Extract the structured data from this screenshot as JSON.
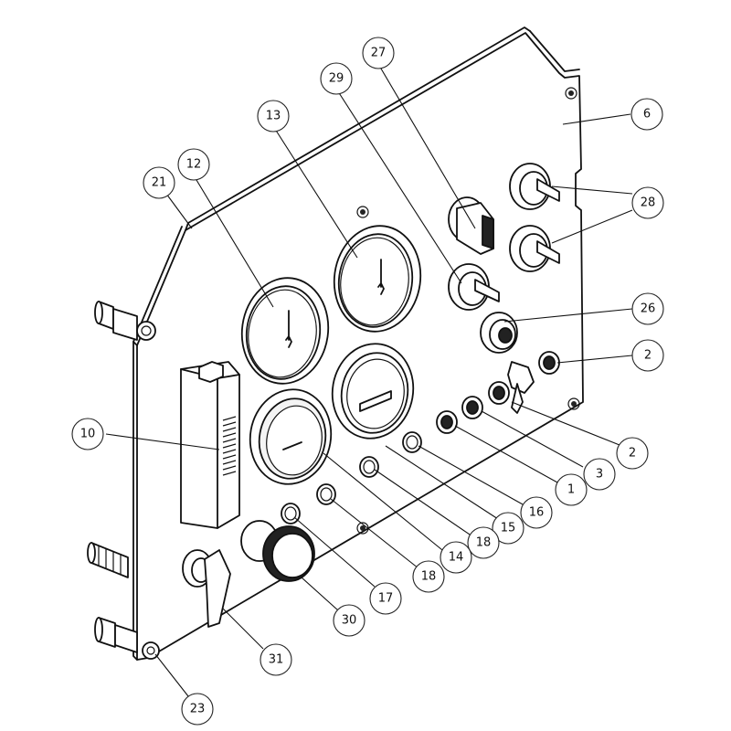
{
  "figure": {
    "type": "exploded-parts-diagram",
    "subject": "control panel assembly"
  },
  "callouts": [
    {
      "id": "c27a",
      "label": "27"
    },
    {
      "id": "c29",
      "label": "29"
    },
    {
      "id": "c13",
      "label": "13"
    },
    {
      "id": "c12",
      "label": "12"
    },
    {
      "id": "c21",
      "label": "21"
    },
    {
      "id": "c6",
      "label": "6"
    },
    {
      "id": "c28",
      "label": "28"
    },
    {
      "id": "c26",
      "label": "26"
    },
    {
      "id": "c2a",
      "label": "2"
    },
    {
      "id": "c2b",
      "label": "2"
    },
    {
      "id": "c3",
      "label": "3"
    },
    {
      "id": "c1",
      "label": "1"
    },
    {
      "id": "c16",
      "label": "16"
    },
    {
      "id": "c15",
      "label": "15"
    },
    {
      "id": "c18a",
      "label": "18"
    },
    {
      "id": "c14",
      "label": "14"
    },
    {
      "id": "c18b",
      "label": "18"
    },
    {
      "id": "c17",
      "label": "17"
    },
    {
      "id": "c30",
      "label": "30"
    },
    {
      "id": "c31",
      "label": "31"
    },
    {
      "id": "c23",
      "label": "23"
    },
    {
      "id": "c10",
      "label": "10"
    }
  ]
}
